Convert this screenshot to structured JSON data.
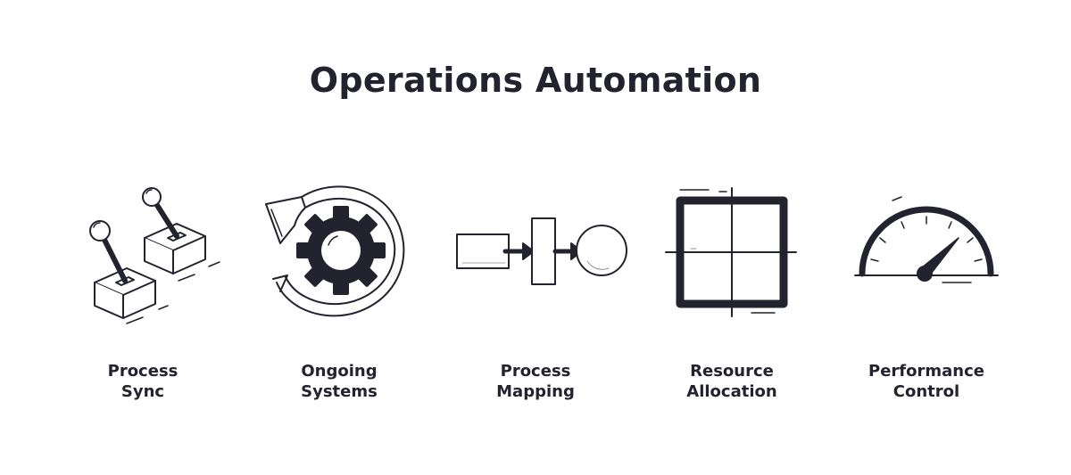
{
  "title": "Operations Automation",
  "colors": {
    "ink": "#23232f",
    "background": "#ffffff"
  },
  "items": [
    {
      "icon": "joystick-levers-icon",
      "line1": "Process",
      "line2": "Sync"
    },
    {
      "icon": "gear-cycle-icon",
      "line1": "Ongoing",
      "line2": "Systems"
    },
    {
      "icon": "process-flow-icon",
      "line1": "Process",
      "line2": "Mapping"
    },
    {
      "icon": "grid-square-icon",
      "line1": "Resource",
      "line2": "Allocation"
    },
    {
      "icon": "speedometer-icon",
      "line1": "Performance",
      "line2": "Control"
    }
  ]
}
